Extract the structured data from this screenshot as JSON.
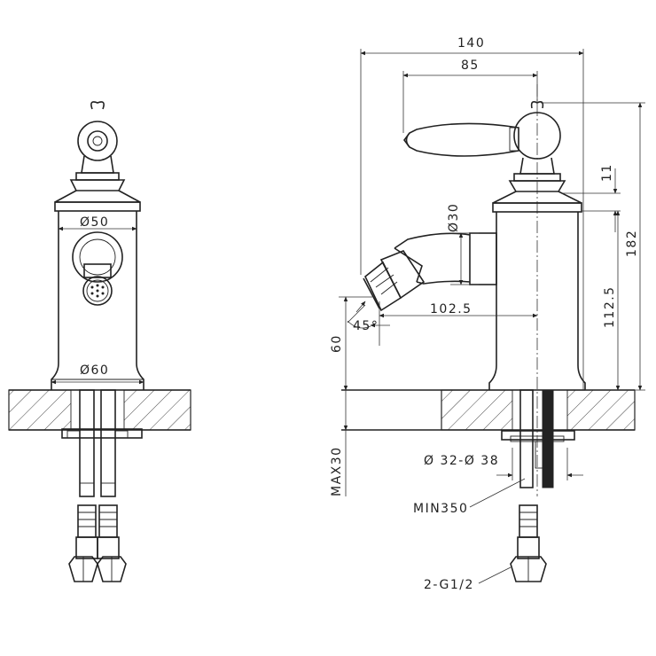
{
  "dimensions": {
    "front_width_top": "Ø50",
    "front_width_base": "Ø60",
    "overall_length": "140",
    "handle_offset": "85",
    "spout_diameter": "Ø30",
    "spout_reach": "102.5",
    "spout_angle": "45°",
    "spout_height": "60",
    "overall_height": "182",
    "body_height": "112.5",
    "collar_height": "11",
    "deck_thickness": "MAX30",
    "hole_diameter": "Ø 32-Ø 38",
    "hose_length": "MIN350",
    "connection": "2-G1/2"
  }
}
